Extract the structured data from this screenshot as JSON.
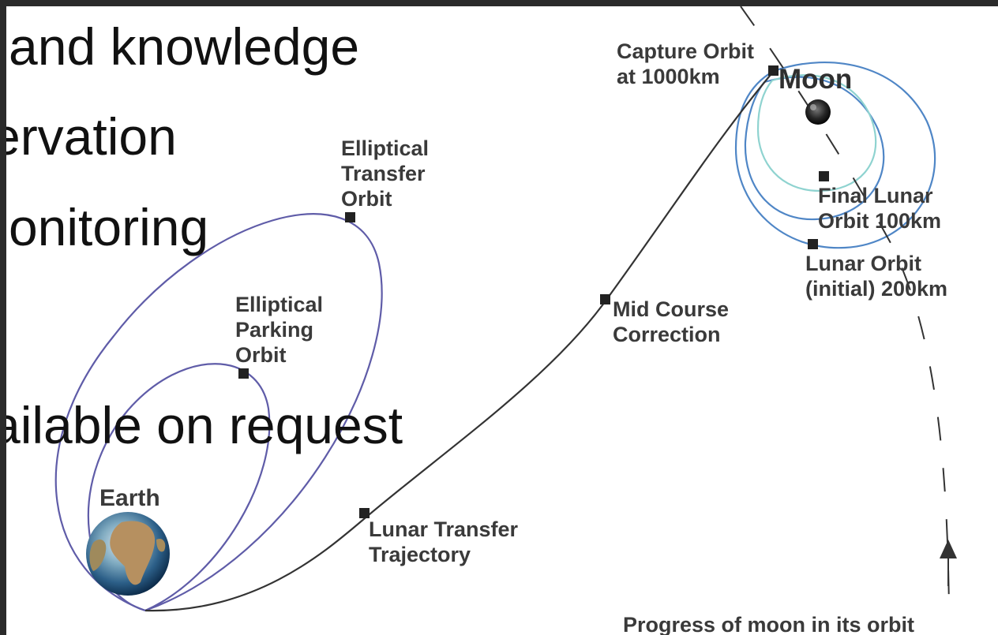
{
  "slide": {
    "lines": [
      "n and knowledge",
      "servation",
      " monitoring",
      "vailable on request"
    ]
  },
  "diagram": {
    "labels": {
      "capture_orbit": [
        "Capture Orbit",
        "at 1000km"
      ],
      "moon": "Moon",
      "elliptical_transfer_orbit": [
        "Elliptical",
        "Transfer",
        "Orbit"
      ],
      "final_lunar_orbit": [
        "Final Lunar",
        "Orbit 100km"
      ],
      "lunar_orbit_initial": [
        "Lunar Orbit",
        "(initial) 200km"
      ],
      "elliptical_parking_orbit": [
        "Elliptical",
        "Parking",
        "Orbit"
      ],
      "mid_course_correction": [
        "Mid Course",
        "Correction"
      ],
      "earth": "Earth",
      "lunar_transfer_trajectory": [
        "Lunar Transfer",
        "Trajectory"
      ],
      "moon_progress": "Progress of moon in its orbit"
    },
    "colors": {
      "earth_orbits": "#5f5ca8",
      "lunar_orbits": "#4f86c6",
      "final_lunar_orbit": "#8fd3d0",
      "trajectory": "#333333",
      "markers": "#222222"
    }
  }
}
